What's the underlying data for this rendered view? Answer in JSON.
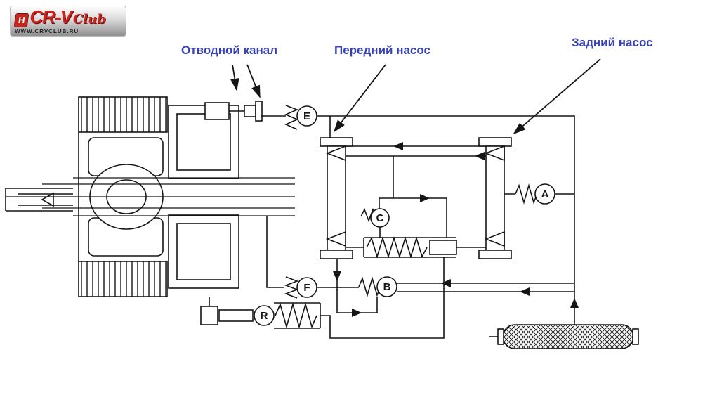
{
  "logo": {
    "h_badge": "H",
    "brand": "CR-V",
    "club": "Club",
    "url": "WWW.CRVCLUB.RU"
  },
  "labels": {
    "bypass_channel": "Отводной канал",
    "front_pump": "Передний насос",
    "rear_pump": "Задний насос"
  },
  "valves": {
    "a": "A",
    "b": "B",
    "c": "C",
    "e": "E",
    "f": "F",
    "r": "R"
  },
  "colors": {
    "label_blue": "#3743b5",
    "logo_red": "#c5241f",
    "line": "#151515",
    "background": "#ffffff"
  }
}
